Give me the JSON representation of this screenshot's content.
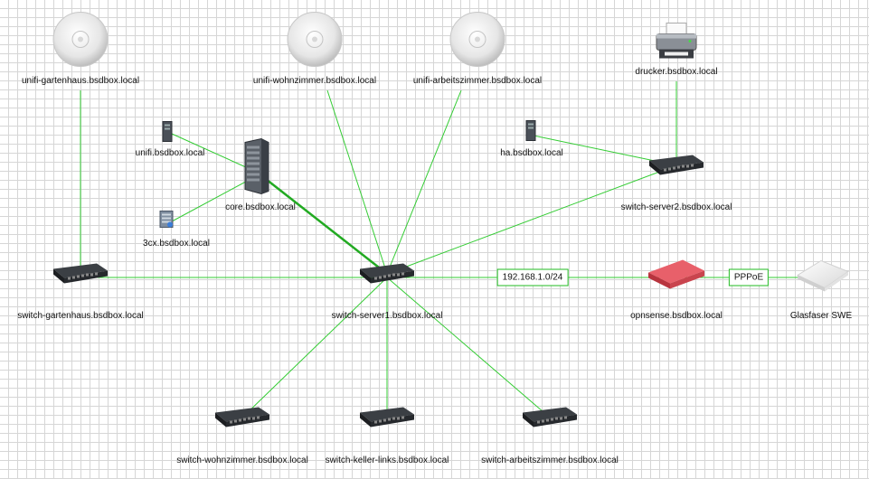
{
  "colors": {
    "link": "#33cc33",
    "link_strong": "#22aa22",
    "opnsense": "#e0505a"
  },
  "nodes": {
    "unifi_gartenhaus": "unifi-gartenhaus.bsdbox.local",
    "unifi_wohnzimmer": "unifi-wohnzimmer.bsdbox.local",
    "unifi_arbeitszimmer": "unifi-arbeitszimmer.bsdbox.local",
    "drucker": "drucker.bsdbox.local",
    "unifi": "unifi.bsdbox.local",
    "core": "core.bsdbox.local",
    "threecx": "3cx.bsdbox.local",
    "ha": "ha.bsdbox.local",
    "switch_server2": "switch-server2.bsdbox.local",
    "switch_gartenhaus": "switch-gartenhaus.bsdbox.local",
    "switch_server1": "switch-server1.bsdbox.local",
    "opnsense": "opnsense.bsdbox.local",
    "glasfaser": "Glasfaser SWE",
    "switch_wohnzimmer": "switch-wohnzimmer.bsdbox.local",
    "switch_keller": "switch-keller-links.bsdbox.local",
    "switch_arbeitszimmer": "switch-arbeitszimmer.bsdbox.local"
  },
  "link_labels": {
    "lan": "192.168.1.0/24",
    "wan": "PPPoE"
  },
  "icons": {
    "access_point": "access-point-icon",
    "printer": "printer-icon",
    "server_small": "server-tower-icon",
    "server_rack": "server-rack-icon",
    "switch": "switch-icon",
    "firewall": "firewall-icon",
    "modem": "fiber-modem-icon"
  }
}
